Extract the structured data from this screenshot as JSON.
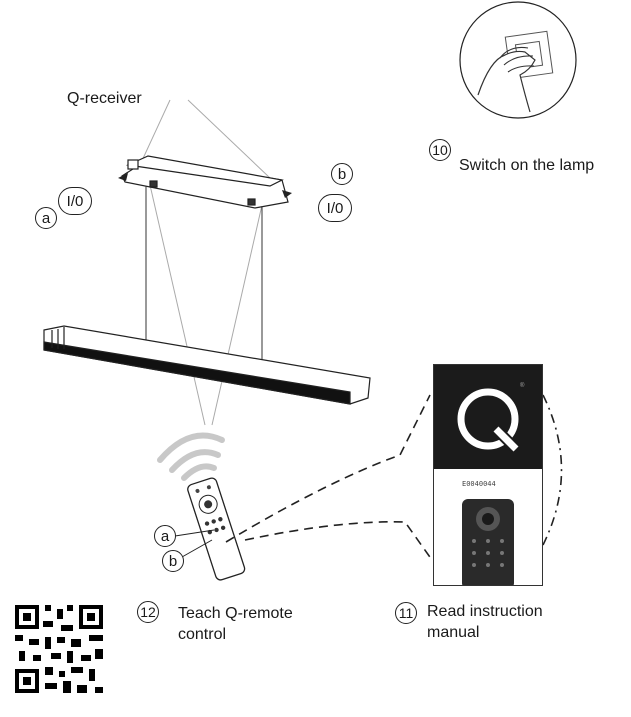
{
  "labels": {
    "receiver": "Q-receiver",
    "callout_a": "a",
    "callout_b": "b",
    "io_symbol": "I/0"
  },
  "steps": [
    {
      "number": "10",
      "text": "Switch on the lamp"
    },
    {
      "number": "11",
      "text": "Read instruction manual"
    },
    {
      "number": "12",
      "text": "Teach Q-remote control"
    }
  ],
  "manual": {
    "logo_letter": "Q",
    "registered_mark": "®",
    "product_code": "E0040044"
  },
  "icons": [
    "wall-switch-icon",
    "qr-code-icon",
    "wireless-signal-icon"
  ]
}
